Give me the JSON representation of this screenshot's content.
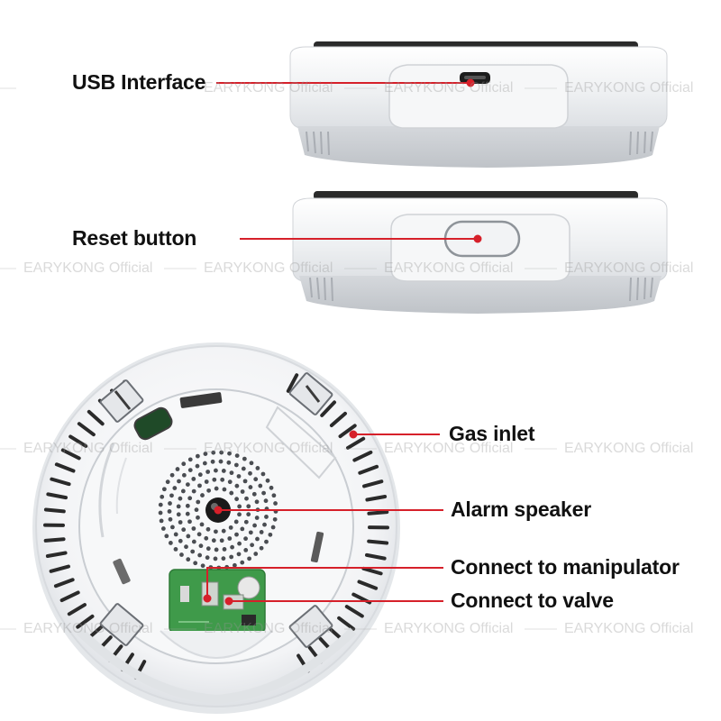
{
  "labels": {
    "usb": "USB Interface",
    "reset": "Reset button",
    "gas": "Gas inlet",
    "speaker": "Alarm speaker",
    "manipulator": "Connect to manipulator",
    "valve": "Connect to valve"
  },
  "watermark": "EARYKONG Official",
  "colors": {
    "leader": "#d6202a",
    "device_white": "#eceef0",
    "device_grey": "#d2d5d9",
    "pcb_green": "#3f9a4a"
  }
}
